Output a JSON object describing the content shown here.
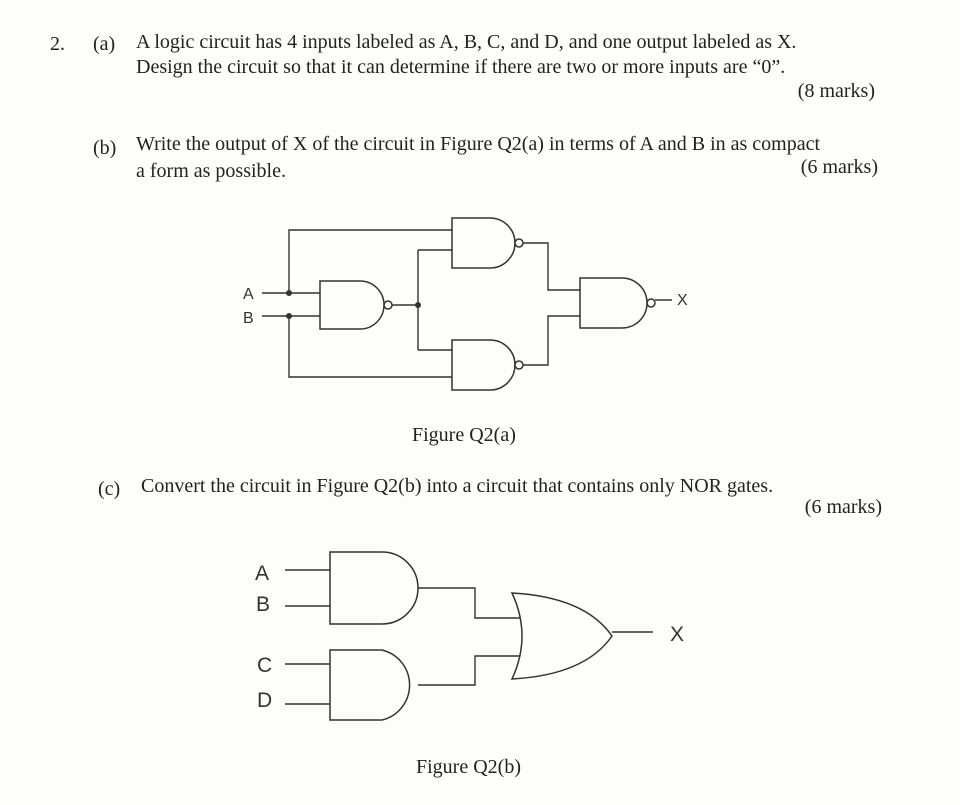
{
  "question": {
    "number": "2.",
    "a": {
      "label": "(a)",
      "line1": "A logic circuit has 4 inputs labeled as A, B, C, and D, and one output labeled as X.",
      "line2": "Design the circuit so that it can determine if there are two or more inputs are “0”.",
      "marks": "(8 marks)"
    },
    "b": {
      "label": "(b)",
      "line1": "Write the output of X of the circuit in Figure Q2(a) in terms of A and B in as compact",
      "line2": "a form as possible.",
      "marks": "(6 marks)"
    },
    "c": {
      "label": "(c)",
      "line1": "Convert the circuit in Figure Q2(b) into a circuit that contains only NOR gates.",
      "marks": "(6 marks)"
    }
  },
  "figure_a": {
    "caption": "Figure Q2(a)",
    "input_a": "A",
    "input_b": "B",
    "output": "X"
  },
  "figure_b": {
    "caption": "Figure Q2(b)",
    "input_a": "A",
    "input_b": "B",
    "input_c": "C",
    "input_d": "D",
    "output": "X"
  }
}
